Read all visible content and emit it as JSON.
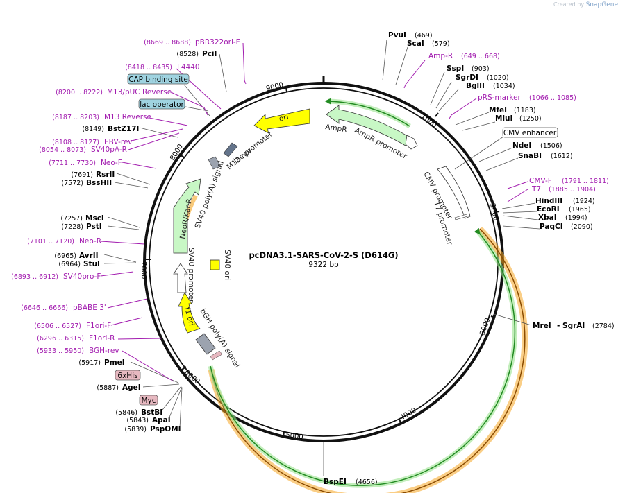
{
  "header": {
    "created_by": "Created by",
    "brand": "SnapGene"
  },
  "plasmid": {
    "name": "pcDNA3.1-SARS-CoV-2-S (D614G)",
    "length": "9322 bp",
    "total_bp": 9322
  },
  "ticks": [
    "1000",
    "2000",
    "3000",
    "4000",
    "5000",
    "6000",
    "7000",
    "8000",
    "9000"
  ],
  "colors": {
    "backbone": "#111111",
    "primer": "#a21caf",
    "cds_green": "#c8f7c5",
    "ori_yellow": "#ffff00",
    "orange_cds": "#f5a623",
    "box_blue": "#9fd3e0",
    "box_pink": "#e6b8c0"
  },
  "enzymes": [
    {
      "name": "PvuI",
      "pos": "(469)"
    },
    {
      "name": "ScaI",
      "pos": "(579)"
    },
    {
      "name": "SspI",
      "pos": "(903)"
    },
    {
      "name": "SgrDI",
      "pos": "(1020)"
    },
    {
      "name": "BglII",
      "pos": "(1034)"
    },
    {
      "name": "MfeI",
      "pos": "(1183)"
    },
    {
      "name": "MluI",
      "pos": "(1250)"
    },
    {
      "name": "NdeI",
      "pos": "(1506)"
    },
    {
      "name": "SnaBI",
      "pos": "(1612)"
    },
    {
      "name": "HindIII",
      "pos": "(1924)"
    },
    {
      "name": "EcoRI",
      "pos": "(1965)"
    },
    {
      "name": "XbaI",
      "pos": "(1994)"
    },
    {
      "name": "PaqCI",
      "pos": "(2090)"
    },
    {
      "name": "MreI",
      "pos": "(2784)"
    },
    {
      "name": "- SgrAI",
      "pos": ""
    },
    {
      "name": "BspEI",
      "pos": "(4656)"
    },
    {
      "name": "PspOMI",
      "pos": "(5839)"
    },
    {
      "name": "ApaI",
      "pos": "(5843)"
    },
    {
      "name": "BstBI",
      "pos": "(5846)"
    },
    {
      "name": "AgeI",
      "pos": "(5887)"
    },
    {
      "name": "PmeI",
      "pos": "(5917)"
    },
    {
      "name": "StuI",
      "pos": "(6964)"
    },
    {
      "name": "AvrII",
      "pos": "(6965)"
    },
    {
      "name": "PstI",
      "pos": "(7228)"
    },
    {
      "name": "MscI",
      "pos": "(7257)"
    },
    {
      "name": "BssHII",
      "pos": "(7572)"
    },
    {
      "name": "RsrII",
      "pos": "(7691)"
    },
    {
      "name": "BstZ17I",
      "pos": "(8149)"
    },
    {
      "name": "PciI",
      "pos": "(8528)"
    }
  ],
  "primers": [
    {
      "name": "Amp-R",
      "range": "(649 .. 668)"
    },
    {
      "name": "pRS-marker",
      "range": "(1066 .. 1085)"
    },
    {
      "name": "CMV-F",
      "range": "(1791 .. 1811)"
    },
    {
      "name": "T7",
      "range": "(1885 .. 1904)"
    },
    {
      "name": "pBR322ori-F",
      "range": "(8669 .. 8688)"
    },
    {
      "name": "L4440",
      "range": "(8418 .. 8435)"
    },
    {
      "name": "M13/pUC Reverse",
      "range": "(8200 .. 8222)"
    },
    {
      "name": "M13 Reverse",
      "range": "(8187 .. 8203)"
    },
    {
      "name": "EBV-rev",
      "range": "(8108 .. 8127)"
    },
    {
      "name": "SV40pA-R",
      "range": "(8054 .. 8073)"
    },
    {
      "name": "Neo-F",
      "range": "(7711 .. 7730)"
    },
    {
      "name": "Neo-R",
      "range": "(7101 .. 7120)"
    },
    {
      "name": "SV40pro-F",
      "range": "(6893 .. 6912)"
    },
    {
      "name": "pBABE 3'",
      "range": "(6646 .. 6666)"
    },
    {
      "name": "F1ori-F",
      "range": "(6506 .. 6527)"
    },
    {
      "name": "F1ori-R",
      "range": "(6296 .. 6315)"
    },
    {
      "name": "BGH-rev",
      "range": "(5933 .. 5950)"
    }
  ],
  "boxes": [
    {
      "name": "CAP binding site"
    },
    {
      "name": "lac operator"
    },
    {
      "name": "CMV enhancer"
    },
    {
      "name": "6xHis"
    },
    {
      "name": "Myc"
    }
  ],
  "features": [
    {
      "name": "AmpR"
    },
    {
      "name": "AmpR promoter"
    },
    {
      "name": "ori"
    },
    {
      "name": "lac promoter"
    },
    {
      "name": "M13 rev"
    },
    {
      "name": "CMV promoter"
    },
    {
      "name": "T7 promoter"
    },
    {
      "name": "SV40 poly(A) signal"
    },
    {
      "name": "NeoR/KanR"
    },
    {
      "name": "SV40 ori"
    },
    {
      "name": "SV40 promoter"
    },
    {
      "name": "f1 ori"
    },
    {
      "name": "bGH poly(A) signal"
    }
  ]
}
